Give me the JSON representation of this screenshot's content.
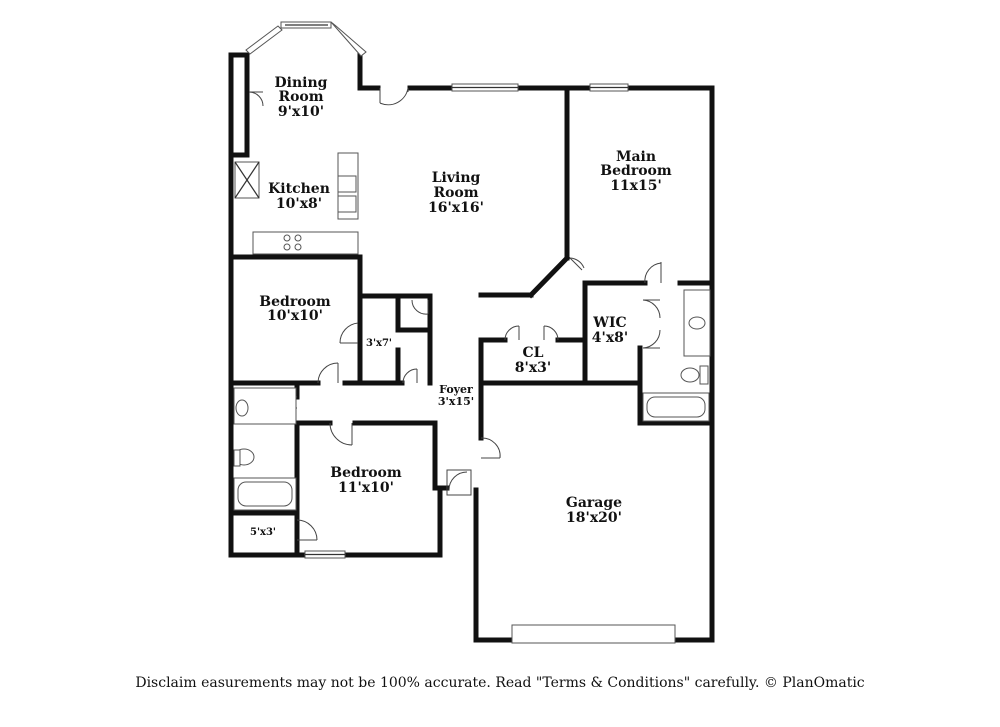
{
  "rooms": {
    "dining": {
      "name_1": "Dining",
      "name_2": "Room",
      "size": "9'x10'"
    },
    "kitchen": {
      "name": "Kitchen",
      "size": "10'x8'"
    },
    "living": {
      "name_1": "Living",
      "name_2": "Room",
      "size": "16'x16'"
    },
    "main_bedroom": {
      "name_1": "Main",
      "name_2": "Bedroom",
      "size": "11x15'"
    },
    "bedroom_1": {
      "name": "Bedroom",
      "size": "10'x10'"
    },
    "closet_small": {
      "size": "3'x7'"
    },
    "foyer": {
      "name": "Foyer",
      "size": "3'x15'"
    },
    "cl": {
      "name": "CL",
      "size": "8'x3'"
    },
    "wic": {
      "name": "WIC",
      "size": "4'x8'"
    },
    "bedroom_2": {
      "name": "Bedroom",
      "size": "11'x10'"
    },
    "closet_bath": {
      "size": "5'x3'"
    },
    "garage": {
      "name": "Garage",
      "size": "18'x20'"
    }
  },
  "disclaimer": "Disclaim      easurements may not be 100% accurate. Read \"Terms & Conditions\" carefully. © PlanOmatic"
}
